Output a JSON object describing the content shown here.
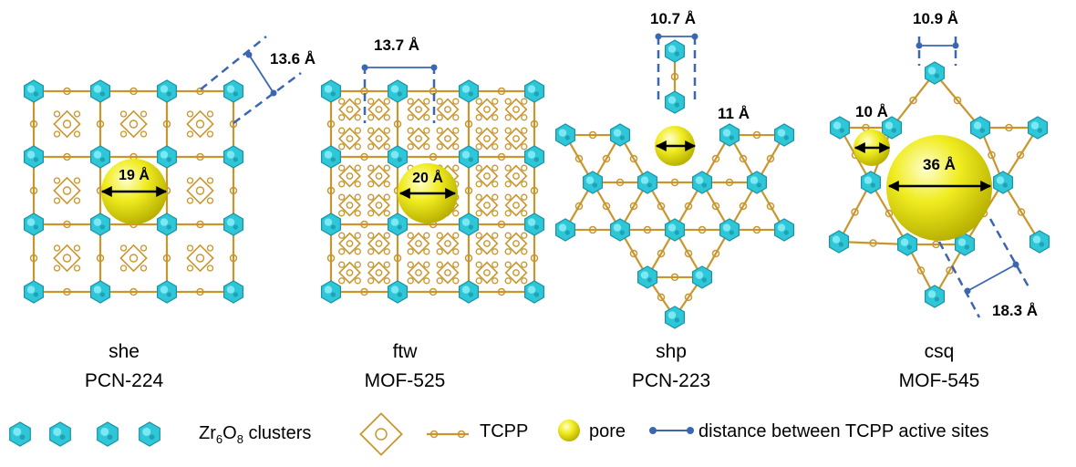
{
  "colors": {
    "cluster": "#2ec7d8",
    "cluster_dark": "#1a93a6",
    "linker": "#c9962e",
    "pore": "#e8e312",
    "measure": "#3b66b0",
    "arrow": "#000000"
  },
  "panels": [
    {
      "id": "she",
      "topology": "she",
      "name": "PCN-224",
      "pore_label": "19 Å",
      "distance_label": "13.6 Å"
    },
    {
      "id": "ftw",
      "topology": "ftw",
      "name": "MOF-525",
      "pore_label": "20 Å",
      "distance_label": "13.7 Å"
    },
    {
      "id": "shp",
      "topology": "shp",
      "name": "PCN-223",
      "pore_label": "11 Å",
      "distance_label": "10.7 Å"
    },
    {
      "id": "csq",
      "topology": "csq",
      "name": "MOF-545",
      "pore_label": "36 Å",
      "small_pore_label": "10 Å",
      "distance_label": "10.9 Å",
      "distance2_label": "18.3 Å"
    }
  ],
  "legend": {
    "clusters_prefix": "Zr",
    "clusters_sub1": "6",
    "clusters_mid": "O",
    "clusters_sub2": "8",
    "clusters_suffix": " clusters",
    "tcpp": "TCPP",
    "pore": "pore",
    "distance": "distance between TCPP active sites"
  }
}
